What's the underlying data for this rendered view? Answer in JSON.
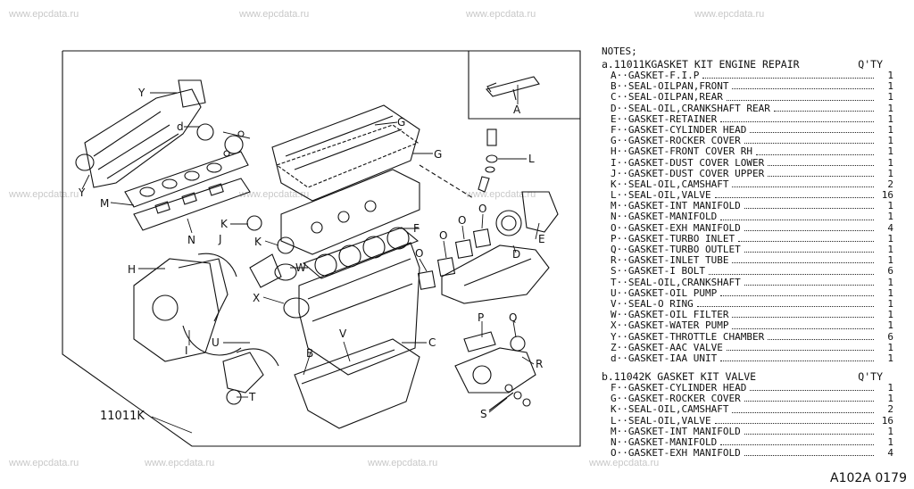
{
  "watermark": "www.epcdata.ru",
  "diagram": {
    "part_number": "11011K",
    "callouts": [
      "A",
      "B",
      "C",
      "D",
      "E",
      "F",
      "G",
      "H",
      "I",
      "J",
      "K",
      "L",
      "M",
      "N",
      "O",
      "P",
      "Q",
      "R",
      "S",
      "T",
      "U",
      "V",
      "W",
      "X",
      "Y",
      "d"
    ]
  },
  "notes": {
    "title": "NOTES;",
    "kits": [
      {
        "heading": "a.11011KGASKET KIT ENGINE REPAIR",
        "qty_label": "Q'TY",
        "items": [
          {
            "letter": "A",
            "desc": "GASKET-F.I.P",
            "qty": "1"
          },
          {
            "letter": "B",
            "desc": "SEAL-OILPAN,FRONT",
            "qty": "1"
          },
          {
            "letter": "C",
            "desc": "SEAL-OILPAN,REAR",
            "qty": "1"
          },
          {
            "letter": "D",
            "desc": "SEAL-OIL,CRANKSHAFT REAR",
            "qty": "1"
          },
          {
            "letter": "E",
            "desc": "GASKET-RETAINER",
            "qty": "1"
          },
          {
            "letter": "F",
            "desc": "GASKET-CYLINDER HEAD",
            "qty": "1"
          },
          {
            "letter": "G",
            "desc": "GASKET-ROCKER COVER",
            "qty": "1"
          },
          {
            "letter": "H",
            "desc": "GASKET-FRONT COVER RH",
            "qty": "1"
          },
          {
            "letter": "I",
            "desc": "GASKET-DUST COVER LOWER",
            "qty": "1"
          },
          {
            "letter": "J",
            "desc": "GASKET-DUST COVER UPPER",
            "qty": "1"
          },
          {
            "letter": "K",
            "desc": "SEAL-OIL,CAMSHAFT",
            "qty": "2"
          },
          {
            "letter": "L",
            "desc": "SEAL-OIL,VALVE",
            "qty": "16"
          },
          {
            "letter": "M",
            "desc": "GASKET-INT MANIFOLD",
            "qty": "1"
          },
          {
            "letter": "N",
            "desc": "GASKET-MANIFOLD",
            "qty": "1"
          },
          {
            "letter": "O",
            "desc": "GASKET-EXH MANIFOLD",
            "qty": "4"
          },
          {
            "letter": "P",
            "desc": "GASKET-TURBO INLET",
            "qty": "1"
          },
          {
            "letter": "Q",
            "desc": "GASKET-TURBO OUTLET",
            "qty": "1"
          },
          {
            "letter": "R",
            "desc": "GASKET-INLET TUBE",
            "qty": "1"
          },
          {
            "letter": "S",
            "desc": "GASKET-I BOLT",
            "qty": "6"
          },
          {
            "letter": "T",
            "desc": "SEAL-OIL,CRANKSHAFT",
            "qty": "1"
          },
          {
            "letter": "U",
            "desc": "GASKET-OIL PUMP",
            "qty": "1"
          },
          {
            "letter": "V",
            "desc": "SEAL-O RING",
            "qty": "1"
          },
          {
            "letter": "W",
            "desc": "GASKET-OIL FILTER",
            "qty": "1"
          },
          {
            "letter": "X",
            "desc": "GASKET-WATER PUMP",
            "qty": "1"
          },
          {
            "letter": "Y",
            "desc": "GASKET-THROTTLE CHAMBER",
            "qty": "6"
          },
          {
            "letter": "Z",
            "desc": "GASKET-AAC VALVE",
            "qty": "1"
          },
          {
            "letter": "d",
            "desc": "GASKET-IAA UNIT",
            "qty": "1"
          }
        ]
      },
      {
        "heading": "b.11042K GASKET KIT VALVE",
        "qty_label": "Q'TY",
        "items": [
          {
            "letter": "F",
            "desc": "GASKET-CYLINDER HEAD",
            "qty": "1"
          },
          {
            "letter": "G",
            "desc": "GASKET-ROCKER COVER",
            "qty": "1"
          },
          {
            "letter": "K",
            "desc": "SEAL-OIL,CAMSHAFT",
            "qty": "2"
          },
          {
            "letter": "L",
            "desc": "SEAL-OIL,VALVE",
            "qty": "16"
          },
          {
            "letter": "M",
            "desc": "GASKET-INT MANIFOLD",
            "qty": "1"
          },
          {
            "letter": "N",
            "desc": "GASKET-MANIFOLD",
            "qty": "1"
          },
          {
            "letter": "O",
            "desc": "GASKET-EXH MANIFOLD",
            "qty": "4"
          }
        ]
      }
    ]
  },
  "figure_code": "A102A 0179"
}
